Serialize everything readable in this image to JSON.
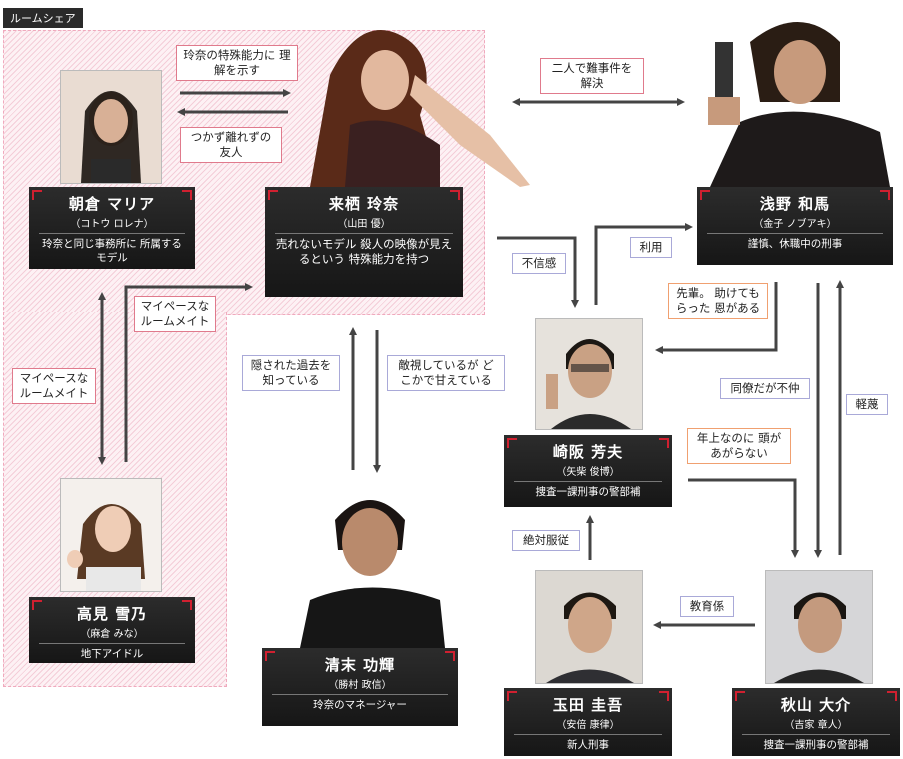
{
  "section_label": "ルームシェア",
  "characters": {
    "asakura": {
      "name": "朝倉 マリア",
      "actor": "（コトウ ロレナ）",
      "desc": "玲奈と同じ事務所に 所属するモデル"
    },
    "kisu": {
      "name": "来栖 玲奈",
      "actor": "（山田 優）",
      "desc": "売れないモデル 殺人の映像が見えるという 特殊能力を持つ"
    },
    "asano": {
      "name": "浅野 和馬",
      "actor": "（金子 ノブアキ）",
      "desc": "謹慎、休職中の刑事"
    },
    "takami": {
      "name": "高見 雪乃",
      "actor": "（麻倉 みな）",
      "desc": "地下アイドル"
    },
    "kiyosue": {
      "name": "清末 功輝",
      "actor": "（勝村 政信）",
      "desc": "玲奈のマネージャー"
    },
    "sakisaka": {
      "name": "崎阪 芳夫",
      "actor": "（矢柴 俊博）",
      "desc": "捜査一課刑事の警部補"
    },
    "tamada": {
      "name": "玉田 圭吾",
      "actor": "（安倍 康律）",
      "desc": "新人刑事"
    },
    "akiyama": {
      "name": "秋山 大介",
      "actor": "（吉家 章人）",
      "desc": "捜査一課刑事の警部補"
    }
  },
  "relations": {
    "r1": "玲奈の特殊能力に 理解を示す",
    "r2": "つかず離れずの 友人",
    "r3": "二人で難事件を 解決",
    "r4": "マイペースな ルームメイト",
    "r5": "マイペースな ルームメイト",
    "r6": "不信感",
    "r7": "利用",
    "r8": "先輩。 助けてもらった 恩がある",
    "r9": "隠された過去を 知っている",
    "r10": "敵視しているが どこかで甘えている",
    "r11": "同僚だが不仲",
    "r12": "軽蔑",
    "r13": "年上なのに 頭があがらない",
    "r14": "絶対服従",
    "r15": "教育係"
  }
}
